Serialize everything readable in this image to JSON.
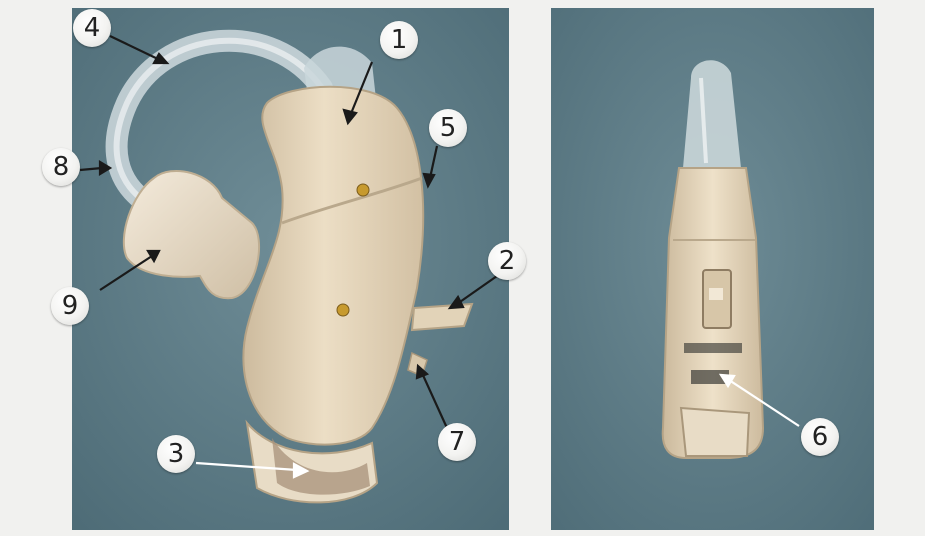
{
  "callouts": {
    "c1": "1",
    "c2": "2",
    "c3": "3",
    "c4": "4",
    "c5": "5",
    "c6": "6",
    "c7": "7",
    "c8": "8",
    "c9": "9"
  },
  "colors": {
    "background_felt": "#5d7b86",
    "device_beige": "#e4d4b9",
    "device_shadow": "#b9a88c",
    "tube_clear": "#d9e2e4",
    "page_border": "#f1f1ef"
  }
}
